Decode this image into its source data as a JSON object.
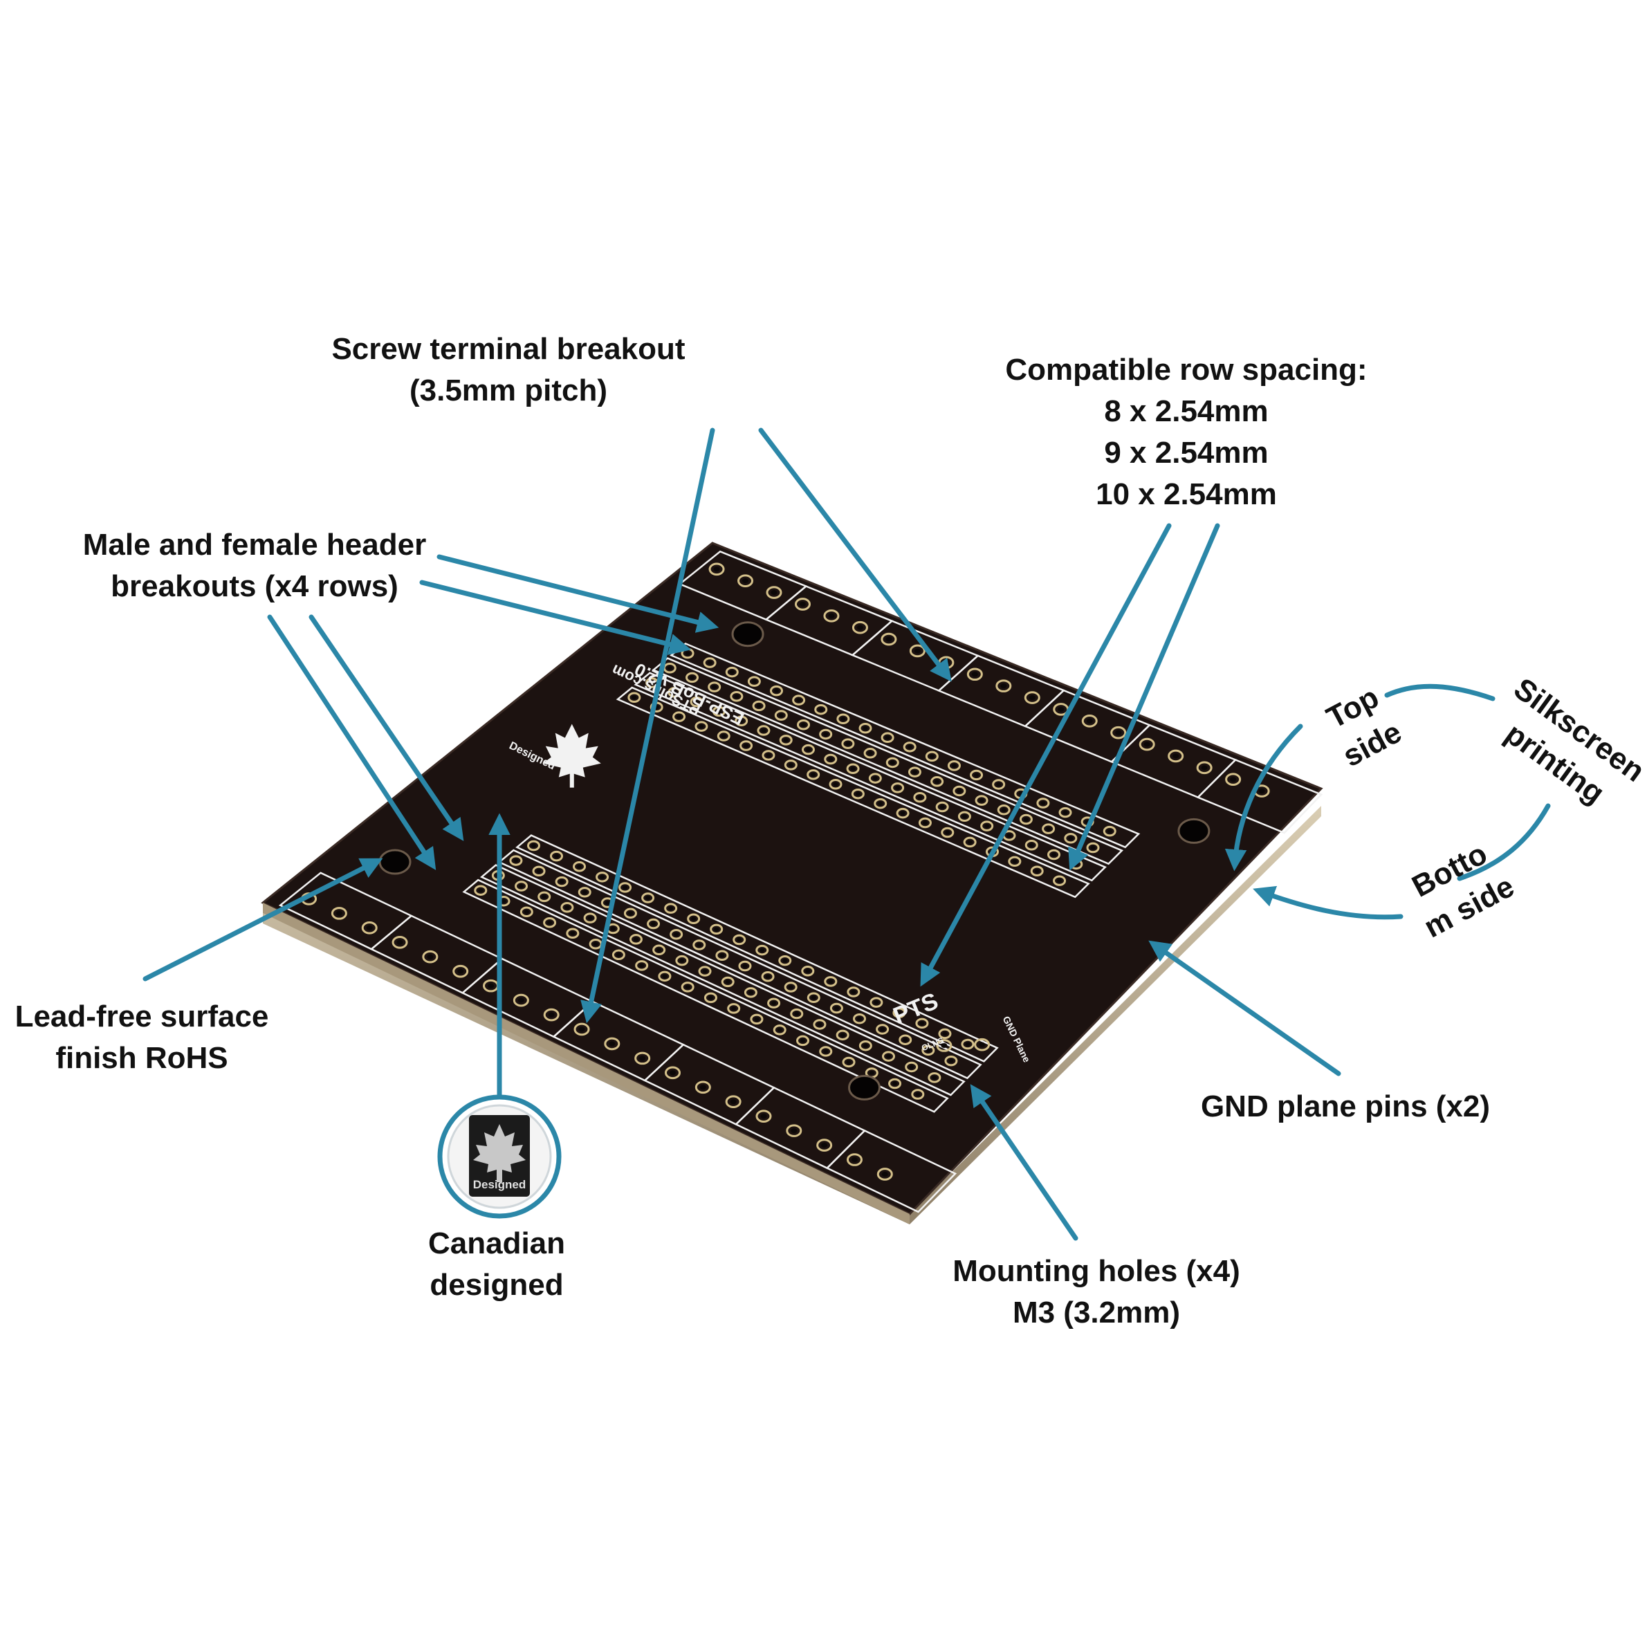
{
  "colors": {
    "accent": "#2b87a8",
    "board": "#1c1210",
    "board_edge": "#b9a98e",
    "silkscreen": "#f2f2f2",
    "pad": "#d4c08a",
    "text": "#111111"
  },
  "labels": {
    "screw_terminal": {
      "line1": "Screw terminal breakout",
      "line2": "(3.5mm pitch)"
    },
    "row_spacing": {
      "line1": "Compatible row spacing:",
      "line2": "8 x 2.54mm",
      "line3": "9 x 2.54mm",
      "line4": "10 x 2.54mm"
    },
    "header_breakouts": {
      "line1": "Male and female header",
      "line2": "breakouts (x4 rows)"
    },
    "lead_free": {
      "line1": "Lead-free surface",
      "line2": "finish RoHS"
    },
    "canadian": {
      "line1": "Canadian",
      "line2": "designed"
    },
    "gnd_pins": {
      "line1": "GND plane pins (x2)"
    },
    "mounting_holes": {
      "line1": "Mounting holes (x4)",
      "line2": "M3 (3.2mm)"
    },
    "top_side": {
      "line1": "Top",
      "line2": "side"
    },
    "silkscreen": {
      "line1": "Silkscreen",
      "line2": "printing"
    },
    "bottom_side": {
      "line1": "Botto",
      "line2": "m side"
    }
  },
  "board_silk": {
    "model": "ESP-BoB v2.0",
    "website": "PTSolns.com",
    "designed": "Designed",
    "gnd_plane": "GND Plane",
    "brand": "PTS",
    "brand_suffix": "OLNS",
    "badge_text": "Designed"
  }
}
